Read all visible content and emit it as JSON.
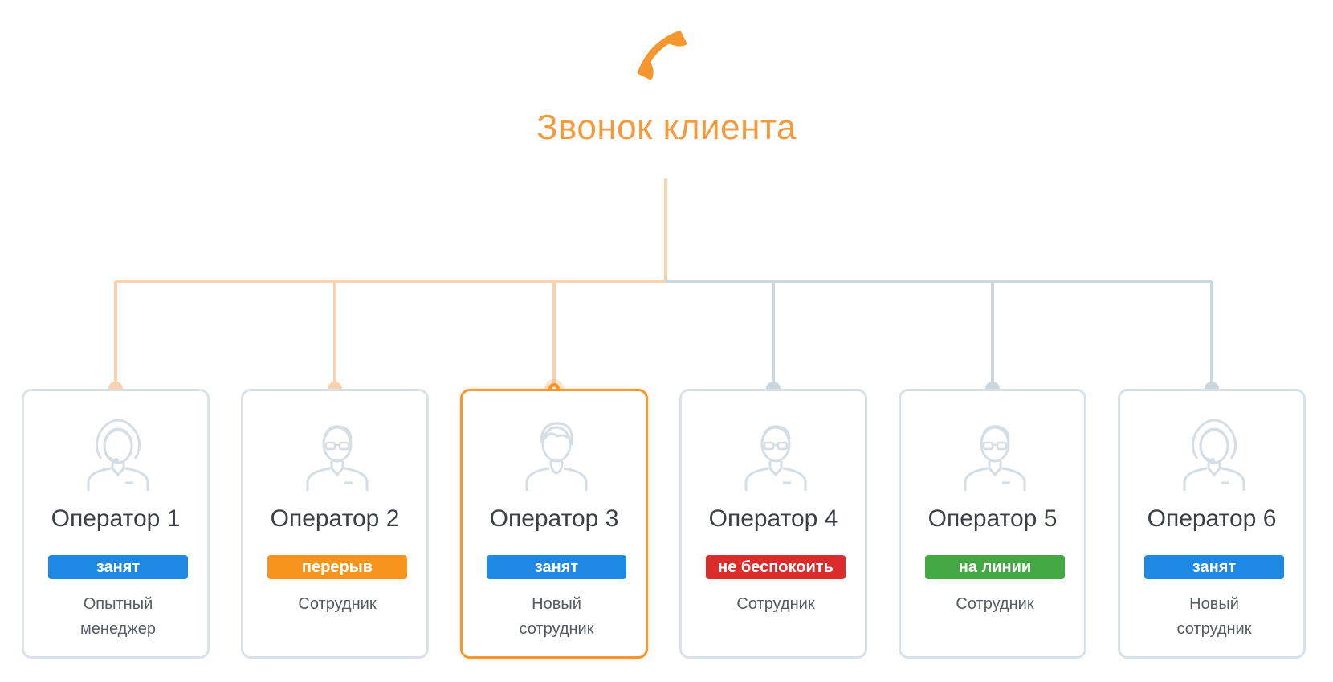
{
  "header": {
    "title": "Звонок клиента",
    "icon": "phone-icon"
  },
  "colors": {
    "accent": "#f5962f",
    "connector_active": "#f9d3ad",
    "connector_inactive": "#ccd6df",
    "card_border": "#d9e2ea"
  },
  "operators": [
    {
      "name": "Оператор 1",
      "status": "занят",
      "status_color": "#1e88e5",
      "role": "Опытный\nменеджер",
      "avatar": "female-headset-operator-icon",
      "connected": true,
      "active": false
    },
    {
      "name": "Оператор 2",
      "status": "перерыв",
      "status_color": "#f7941d",
      "role": "Сотрудник",
      "avatar": "male-glasses-operator-icon",
      "connected": true,
      "active": false
    },
    {
      "name": "Оператор 3",
      "status": "занят",
      "status_color": "#1e88e5",
      "role": "Новый\nсотрудник",
      "avatar": "young-operator-icon",
      "connected": true,
      "active": true
    },
    {
      "name": "Оператор 4",
      "status": "не беспокоить",
      "status_color": "#dd2c2c",
      "role": "Сотрудник",
      "avatar": "male-glasses-operator-icon",
      "connected": false,
      "active": false
    },
    {
      "name": "Оператор 5",
      "status": "на линии",
      "status_color": "#43a843",
      "role": "Сотрудник",
      "avatar": "male-glasses-operator-icon",
      "connected": false,
      "active": false
    },
    {
      "name": "Оператор 6",
      "status": "занят",
      "status_color": "#1e88e5",
      "role": "Новый\nсотрудник",
      "avatar": "female-headset-operator-icon",
      "connected": false,
      "active": false
    }
  ]
}
